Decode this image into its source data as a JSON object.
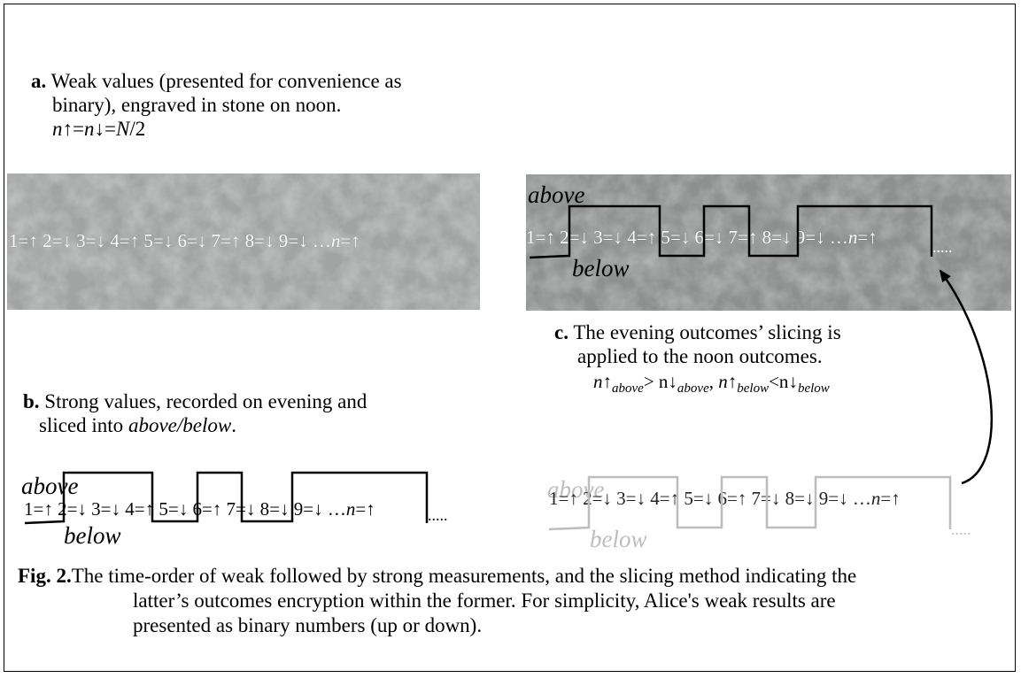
{
  "panel_a": {
    "label": "a.",
    "line1": "Weak values (presented for convenience as",
    "line2": "binary), engraved in stone on noon.",
    "formula_n1": "n",
    "formula_rest1": "↑=",
    "formula_n2": "n",
    "formula_rest2": "↓=",
    "formula_N": "N",
    "formula_rest3": "/2",
    "sequence": "1=↑ 2=↓ 3=↓ 4=↑ 5=↓ 6=↓ 7=↑ 8=↓ 9=↓ …",
    "sequence_n": "n",
    "sequence_end": "=↑"
  },
  "panel_b": {
    "label": "b.",
    "line1": "Strong values, recorded on evening and",
    "line2_prefix": "sliced into ",
    "line2_italic": "above/below",
    "line2_suffix": ".",
    "above": "above",
    "below": "below",
    "sequence": "1=↑ 2=↓ 3=↓ 4=↑ 5=↓ 6=↑ 7=↓ 8=↓ 9=↓ …",
    "sequence_n": "n",
    "sequence_end": "=↑",
    "dots": "....."
  },
  "panel_c": {
    "label": "c.",
    "line1": "The evening outcomes’ slicing is",
    "line2": "applied to the noon outcomes.",
    "above": "above",
    "below": "below",
    "stone_sequence": "1=↑ 2=↓ 3=↓ 4=↑ 5=↓ 6=↓ 7=↑ 8=↓ 9=↓ …",
    "stone_sequence_n": "n",
    "stone_sequence_end": "=↑",
    "stone_dots": ".....",
    "gray_sequence": "1=↑ 2=↓ 3=↓ 4=↑ 5=↓ 6=↑ 7=↓ 8=↓ 9=↓ …",
    "gray_sequence_n": "n",
    "gray_sequence_end": "=↑",
    "gray_dots": ".....",
    "rel_n1": "n",
    "rel_up1": "↑",
    "rel_sub1": "above",
    "rel_gt": "> n↓",
    "rel_sub2": "above",
    "rel_sep": ",  ",
    "rel_n2": "n",
    "rel_up2": "↑",
    "rel_sub3": "below",
    "rel_lt": "<n↓",
    "rel_sub4": "below"
  },
  "caption": {
    "label": "Fig. 2.",
    "line1": "The time-order of weak followed by strong measurements, and the slicing method indicating the",
    "line2": "latter’s outcomes encryption within the former. For simplicity, Alice's weak results are",
    "line3": "presented as binary numbers (up or down)."
  },
  "colors": {
    "stone": "#9a9c9c",
    "gray_signal": "#bdbdbd"
  }
}
